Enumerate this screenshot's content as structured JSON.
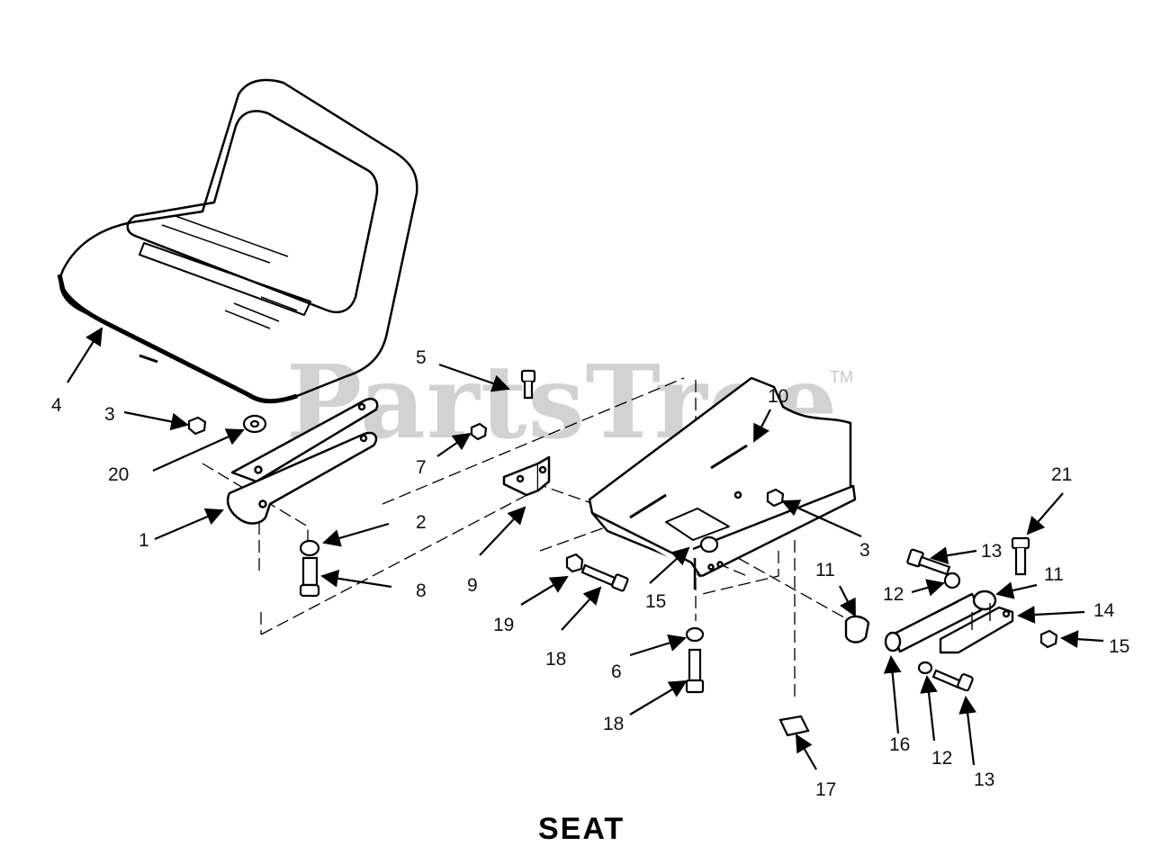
{
  "watermark": "PartsTree",
  "trademark": "TM",
  "caption": "SEAT",
  "callouts": [
    "1",
    "2",
    "3",
    "3",
    "4",
    "5",
    "6",
    "7",
    "8",
    "9",
    "10",
    "11",
    "11",
    "12",
    "12",
    "13",
    "13",
    "14",
    "15",
    "15",
    "16",
    "17",
    "18",
    "18",
    "19",
    "20",
    "21"
  ]
}
